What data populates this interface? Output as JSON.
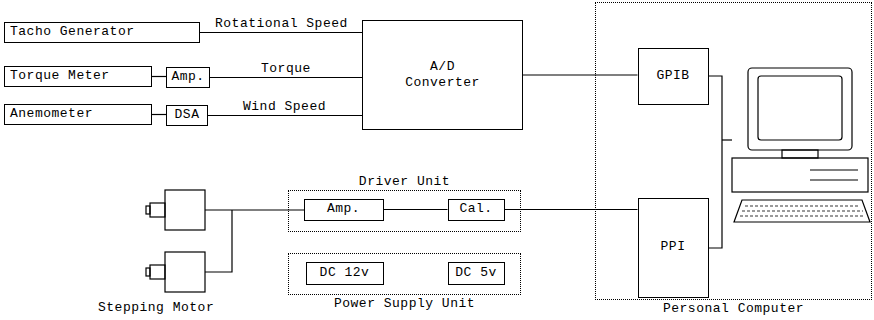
{
  "diagram": {
    "nodes": [
      {
        "text": [
          "Tacho Generator"
        ]
      },
      {
        "text": [
          "Torque Meter"
        ]
      },
      {
        "text": [
          "Amp."
        ]
      },
      {
        "text": [
          "Anemometer"
        ]
      },
      {
        "text": [
          "DSA"
        ]
      },
      {
        "text": [
          "A/D Converter"
        ]
      },
      {
        "text": [
          "Personal Computer"
        ]
      },
      {
        "text": [
          "GPIB"
        ],
        "in": 6
      },
      {
        "text": [
          "PPI"
        ],
        "in": 6
      },
      {
        "text": [
          "Driver Unit"
        ]
      },
      {
        "text": [
          "Amp."
        ],
        "in": 9
      },
      {
        "text": [
          "Cal."
        ],
        "in": 9
      },
      {
        "text": [
          "Power Supply Unit"
        ]
      },
      {
        "text": [
          "DC 12v"
        ],
        "in": 12
      },
      {
        "text": [
          "DC 5v"
        ],
        "in": 12
      }
    ],
    "edges": [
      {
        "from": 0,
        "to": 5,
        "label": "Rotational Speed",
        "arrow": "none"
      },
      {
        "from": 1,
        "to": 2,
        "arrow": "none"
      },
      {
        "from": 2,
        "to": 5,
        "label": "Torque",
        "arrow": "none"
      },
      {
        "from": 3,
        "to": 4,
        "arrow": "none"
      },
      {
        "from": 4,
        "to": 5,
        "label": "Wind Speed",
        "arrow": "none"
      },
      {
        "from": 5,
        "to": 7,
        "arrow": "none"
      },
      {
        "from": 10,
        "to": 11,
        "arrow": "none"
      },
      {
        "from": 11,
        "to": 8,
        "arrow": "none"
      }
    ],
    "labels": [
      "Stepping Motor"
    ]
  }
}
